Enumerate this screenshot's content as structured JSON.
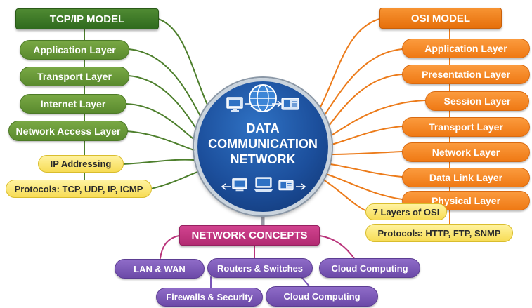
{
  "center": {
    "title": "DATA\nCOMMUNICATION\nNETWORK"
  },
  "tcpip": {
    "header": "TCP/IP MODEL",
    "layers": [
      "Application Layer",
      "Transport Layer",
      "Internet Layer",
      "Network Access Layer"
    ],
    "addressing": "IP Addressing",
    "protocols": "Protocols: TCP, UDP, IP, ICMP"
  },
  "osi": {
    "header": "OSI MODEL",
    "layers": [
      "Application Layer",
      "Presentation Layer",
      "Session Layer",
      "Transport Layer",
      "Network Layer",
      "Data Link Layer",
      "Physical Layer"
    ],
    "count_note": "7 Layers of OSI",
    "protocols": "Protocols: HTTP, FTP, SNMP"
  },
  "concepts": {
    "header": "NETWORK CONCEPTS",
    "items": [
      "LAN & WAN",
      "Routers & Switches",
      "Cloud Computing",
      "Firewalls & Security",
      "Cloud Computing"
    ]
  },
  "colors": {
    "tcpip": "#3f7a28",
    "osi": "#f08020",
    "concepts": "#c0357f",
    "concept_items": "#7a56b8",
    "notes": "#f7dc55",
    "center": "#1c4f9c"
  },
  "icons": [
    "monitor-icon",
    "globe-icon",
    "server-icon",
    "laptop-icon"
  ]
}
